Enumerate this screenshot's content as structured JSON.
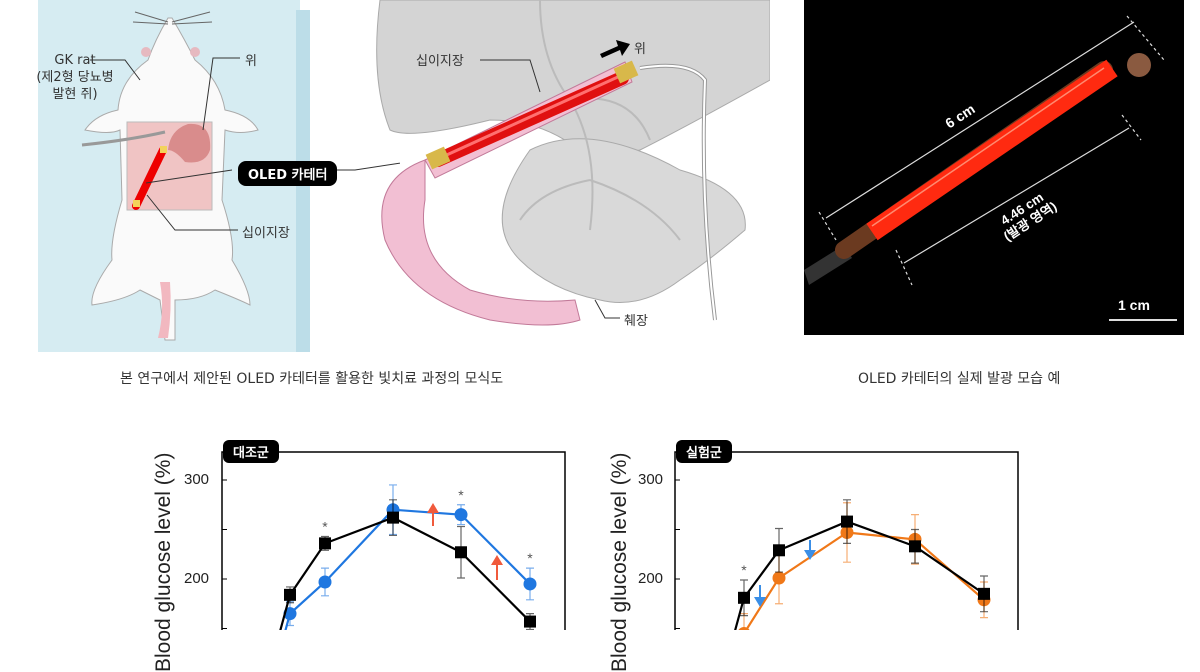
{
  "schematic": {
    "rat_label_line1": "GK rat",
    "rat_label_line2": "(제2형 당뇨병",
    "rat_label_line3": "발현 쥐)",
    "stomach_label": "위",
    "duodenum_label": "십이지장",
    "catheter_label": "OLED 카테터",
    "anatomy_duodenum_label": "십이지장",
    "anatomy_stomach_label": "위",
    "pancreas_label": "췌장",
    "caption": "본 연구에서 제안된 OLED 카테터를 활용한 빛치료 과정의 모식도"
  },
  "photo": {
    "total_length": "6 cm",
    "emitting_length": "4.46 cm",
    "emitting_note": "(발광 영역)",
    "scale_bar": "1 cm",
    "caption": "OLED 카테터의 실제 발광 모습 예"
  },
  "colors": {
    "black_series": "#000000",
    "blue_series": "#1f77e0",
    "orange_series": "#f07818",
    "red_arrow": "#f05a3c",
    "blue_arrow": "#3a8ee6",
    "panel_bg": "#d6ecf2"
  },
  "chart_data": [
    {
      "type": "line",
      "title": "대조군",
      "ylabel": "Blood glucose level (%)",
      "yticks": [
        "300",
        "200"
      ],
      "ylim": [
        150,
        330
      ],
      "series": [
        {
          "color": "#000000",
          "marker": "square",
          "values": [
            184,
            236,
            262,
            227,
            157
          ],
          "errors": [
            8,
            7,
            18,
            26,
            8
          ]
        },
        {
          "color": "#1f77e0",
          "marker": "circle",
          "values": [
            165,
            197,
            270,
            265,
            195
          ],
          "errors": [
            12,
            14,
            25,
            10,
            16
          ]
        }
      ],
      "significance": [
        "",
        "*",
        "",
        "*",
        "*"
      ],
      "annotation_arrows": [
        "up",
        "up"
      ]
    },
    {
      "type": "line",
      "title": "실험군",
      "ylabel": "Blood glucose level (%)",
      "yticks": [
        "300",
        "200"
      ],
      "ylim": [
        150,
        330
      ],
      "series": [
        {
          "color": "#000000",
          "marker": "square",
          "values": [
            181,
            229,
            258,
            233,
            185
          ],
          "errors": [
            18,
            22,
            22,
            17,
            18
          ]
        },
        {
          "color": "#f07818",
          "marker": "circle",
          "values": [
            145,
            201,
            247,
            240,
            179
          ],
          "errors": [
            20,
            26,
            30,
            25,
            18
          ]
        }
      ],
      "significance": [
        "*",
        "",
        "",
        "",
        ""
      ],
      "annotation_arrows": [
        "down",
        "down"
      ]
    }
  ]
}
